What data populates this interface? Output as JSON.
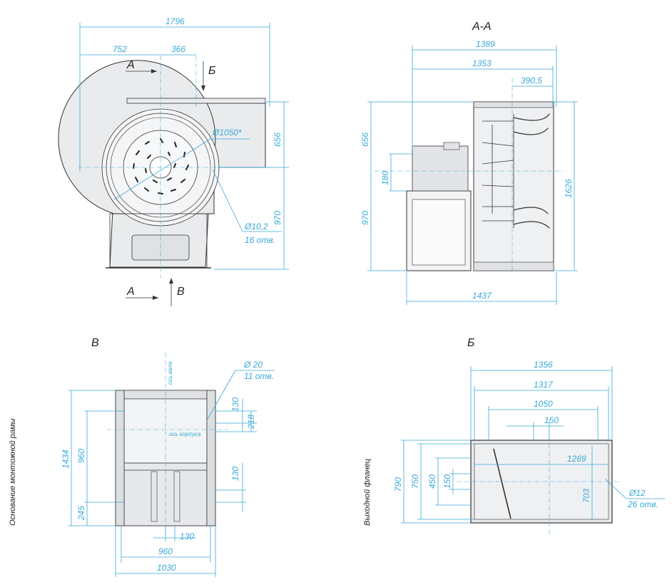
{
  "views": {
    "front": {
      "dims": {
        "overall_width": "1796",
        "left_to_axis": "752",
        "axis_to_outlet": "366",
        "impeller_dia": "Ø1050*",
        "top_height": "656",
        "bottom_height": "970",
        "holes_dia": "Ø10,2",
        "holes_count": "16 отв."
      },
      "section_a_top": "А",
      "section_b_top": "Б",
      "section_a_bottom": "А",
      "section_v_bottom": "В"
    },
    "section_aa": {
      "title": "А-А",
      "dims": {
        "w1": "1389",
        "w2": "1353",
        "w3": "390,5",
        "h_top": "656",
        "h_180": "180",
        "h_bottom": "970",
        "h_total": "1626",
        "w_base": "1437"
      }
    },
    "view_v": {
      "title": "В",
      "side_label": "Основание монтожной рамы",
      "shaft_axis": "ось вала",
      "body_axis": "ось корпуса",
      "hole_dia": "Ø 20",
      "hole_count": "11 отв.",
      "dims": {
        "h_total": "1434",
        "h_960": "960",
        "h_245": "245",
        "h_130a": "130",
        "h_218": "218",
        "h_130b": "130",
        "w_130": "130",
        "w_960": "960",
        "w_1030": "1030"
      }
    },
    "view_b": {
      "title": "Б",
      "side_label": "Выходной фланец",
      "hole_dia": "Ø12",
      "hole_count": "26 отв.",
      "dims": {
        "w_1356": "1356",
        "w_1317": "1317",
        "w_1050": "1050",
        "w_150": "150",
        "w_1269": "1269",
        "h_790": "790",
        "h_750": "750",
        "h_450": "450",
        "h_150": "150",
        "h_703": "703"
      }
    }
  },
  "colors": {
    "dimension": "#3aa9d9",
    "outline": "#333333",
    "fill": "#e9ebed"
  }
}
